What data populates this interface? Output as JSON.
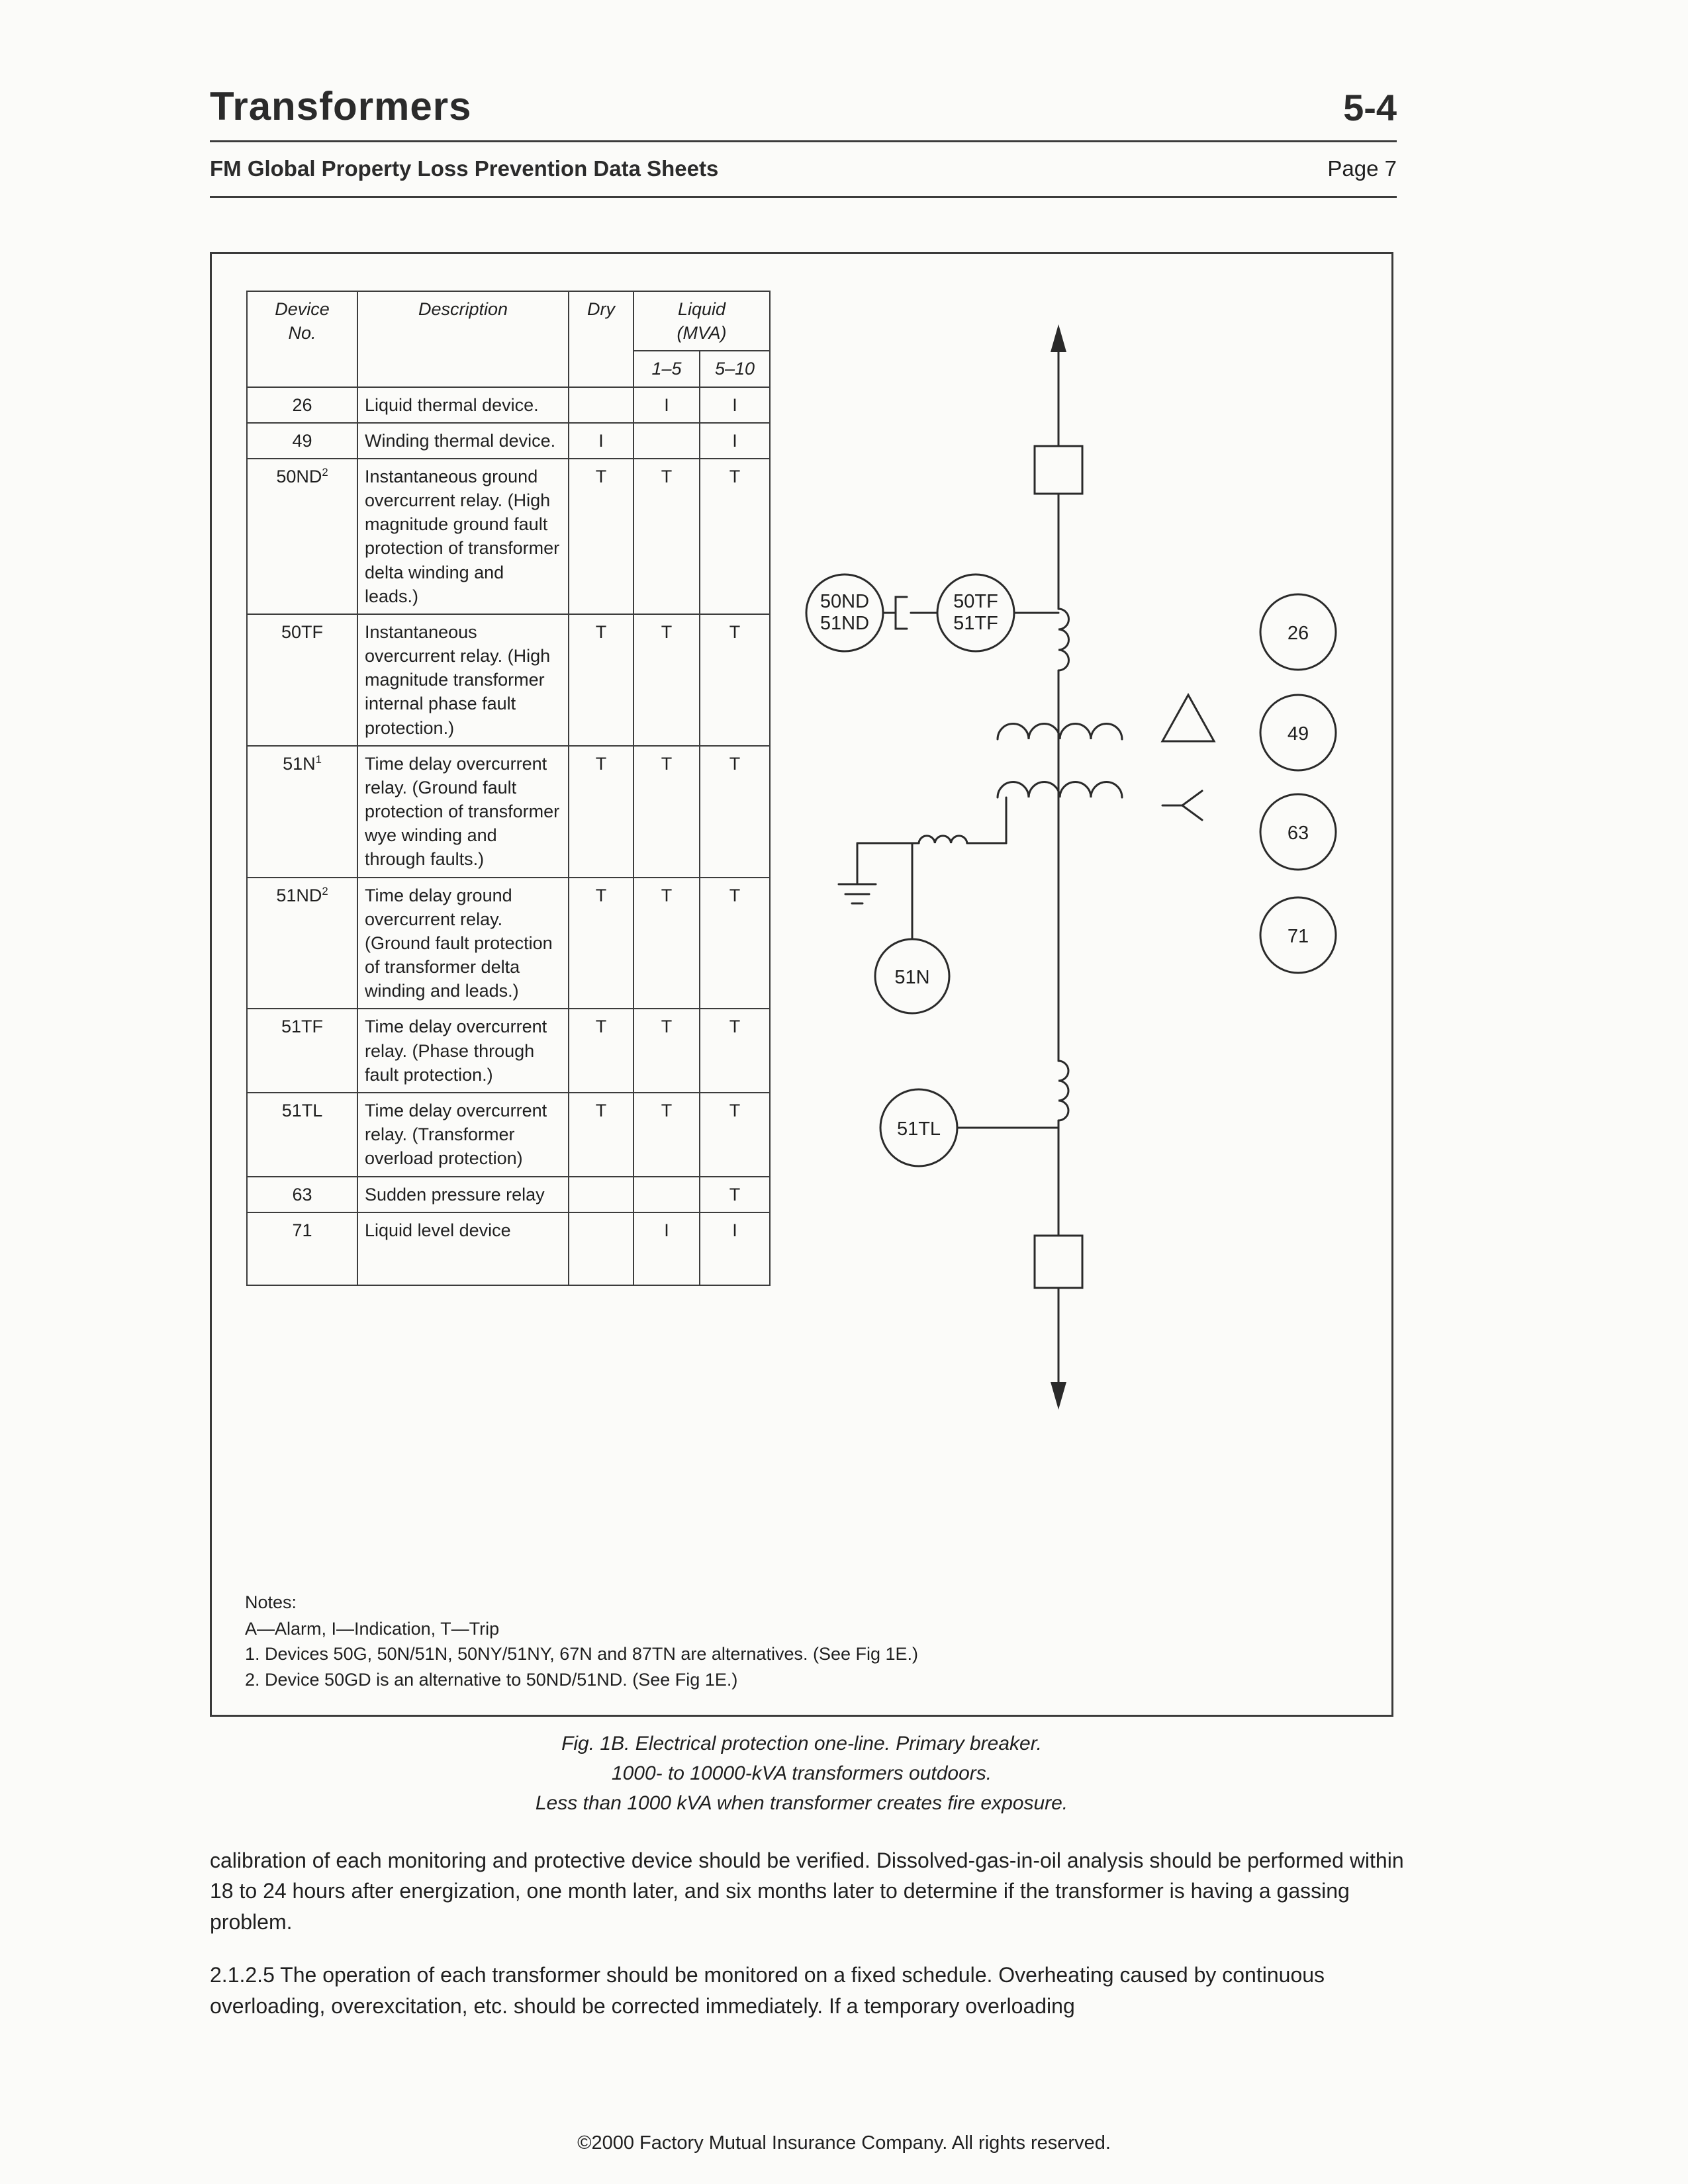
{
  "header": {
    "title": "Transformers",
    "doc_number": "5-4",
    "subtitle": "FM Global Property Loss Prevention Data Sheets",
    "page_label": "Page 7"
  },
  "table": {
    "headers": {
      "device_line1": "Device",
      "device_line2": "No.",
      "description": "Description",
      "dry": "Dry",
      "liquid_line1": "Liquid",
      "liquid_line2": "(MVA)",
      "sub_1_5": "1–5",
      "sub_5_10": "5–10"
    },
    "rows": [
      {
        "device": "26",
        "sup": "",
        "description": "Liquid thermal device.",
        "dry": "",
        "mva_1_5": "I",
        "mva_5_10": "I"
      },
      {
        "device": "49",
        "sup": "",
        "description": "Winding thermal device.",
        "dry": "I",
        "mva_1_5": "",
        "mva_5_10": "I"
      },
      {
        "device": "50ND",
        "sup": "2",
        "description": "Instantaneous ground overcurrent relay. (High magnitude ground fault protection of transformer delta winding and leads.)",
        "dry": "T",
        "mva_1_5": "T",
        "mva_5_10": "T"
      },
      {
        "device": "50TF",
        "sup": "",
        "description": "Instantaneous overcurrent relay. (High magnitude transformer internal phase fault protection.)",
        "dry": "T",
        "mva_1_5": "T",
        "mva_5_10": "T"
      },
      {
        "device": "51N",
        "sup": "1",
        "description": "Time delay overcurrent relay. (Ground fault protection of transformer wye winding and through faults.)",
        "dry": "T",
        "mva_1_5": "T",
        "mva_5_10": "T"
      },
      {
        "device": "51ND",
        "sup": "2",
        "description": "Time delay ground overcurrent relay. (Ground fault protection of transformer delta winding and leads.)",
        "dry": "T",
        "mva_1_5": "T",
        "mva_5_10": "T"
      },
      {
        "device": "51TF",
        "sup": "",
        "description": "Time delay overcurrent relay. (Phase through fault protection.)",
        "dry": "T",
        "mva_1_5": "T",
        "mva_5_10": "T"
      },
      {
        "device": "51TL",
        "sup": "",
        "description": "Time delay overcurrent relay. (Transformer overload protection)",
        "dry": "T",
        "mva_1_5": "T",
        "mva_5_10": "T"
      },
      {
        "device": "63",
        "sup": "",
        "description": "Sudden pressure relay",
        "dry": "",
        "mva_1_5": "",
        "mva_5_10": "T"
      },
      {
        "device": "71",
        "sup": "",
        "description": "Liquid level device",
        "dry": "",
        "mva_1_5": "I",
        "mva_5_10": "I"
      }
    ]
  },
  "notes": {
    "heading": "Notes:",
    "legend": "A—Alarm, I—Indication, T—Trip",
    "note1": "1.  Devices 50G, 50N/51N, 50NY/51NY, 67N and 87TN are alternatives. (See Fig 1E.)",
    "note2": "2.  Device 50GD is an alternative to 50ND/51ND. (See Fig 1E.)"
  },
  "diagram": {
    "relay_group1_top": "50ND",
    "relay_group1_bottom": "51ND",
    "relay_group2_top": "50TF",
    "relay_group2_bottom": "51TF",
    "relay_51n": "51N",
    "relay_51tl": "51TL",
    "device_26": "26",
    "device_49": "49",
    "device_63": "63",
    "device_71": "71"
  },
  "caption": {
    "line1": "Fig. 1B.  Electrical protection one-line. Primary breaker.",
    "line2": "1000- to 10000-kVA transformers outdoors.",
    "line3": "Less than 1000 kVA when transformer creates fire exposure."
  },
  "body": {
    "paragraph1": "calibration of each monitoring and protective device should be verified. Dissolved-gas-in-oil analysis should be performed within 18 to 24 hours after energization, one month later, and six months later to determine if the transformer is having a gassing problem.",
    "paragraph2": "2.1.2.5  The operation of each transformer should be monitored on a fixed schedule. Overheating caused by continuous overloading, overexcitation, etc. should be corrected immediately. If a temporary overloading"
  },
  "footer": {
    "copyright": "©2000 Factory Mutual Insurance Company. All rights reserved."
  }
}
